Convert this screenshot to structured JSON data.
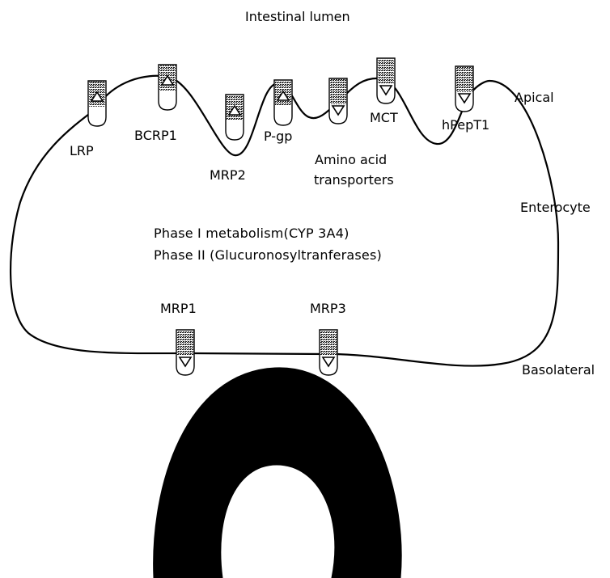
{
  "diagram": {
    "title": "Intestinal lumen",
    "regions": {
      "apical": "Apical",
      "cell": "Enterocyte",
      "basolateral": "Basolateral"
    },
    "metabolism": {
      "phase1": "Phase I metabolism(CYP 3A4)",
      "phase2": "Phase II (Glucuronosyltranferases)"
    },
    "apical_transporters": [
      {
        "label": "LRP",
        "direction": "efflux"
      },
      {
        "label": "BCRP1",
        "direction": "efflux"
      },
      {
        "label": "MRP2",
        "direction": "efflux"
      },
      {
        "label": "P-gp",
        "direction": "efflux"
      },
      {
        "label": "Amino acid",
        "label2": "transporters",
        "direction": "uptake"
      },
      {
        "label": "MCT",
        "direction": "uptake"
      },
      {
        "label": "hPepT1",
        "direction": "uptake"
      }
    ],
    "basolateral_transporters": [
      {
        "label": "MRP1",
        "direction": "out"
      },
      {
        "label": "MRP3",
        "direction": "out"
      }
    ],
    "colors": {
      "line": "#000000",
      "capillary": "#000000",
      "background": "#ffffff"
    }
  }
}
